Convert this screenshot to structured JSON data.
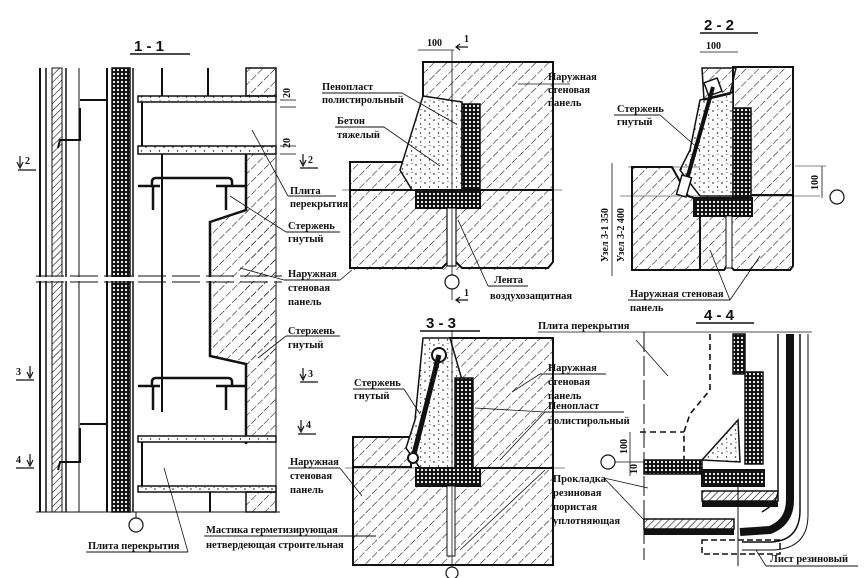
{
  "drawing": {
    "type": "construction detail — external wall panel joints",
    "colors": {
      "ink": "#111111",
      "paper": "#ffffff"
    }
  },
  "sections": {
    "s11": {
      "title": "1 - 1"
    },
    "s22": {
      "title": "2 - 2"
    },
    "s33": {
      "title": "3 - 3"
    },
    "s44": {
      "title": "4 - 4"
    }
  },
  "markers": {
    "cut2": "2",
    "cut3": "3",
    "cut4": "4",
    "cut2r": "2",
    "cut3r": "3",
    "cut4r": "4",
    "cut1top": "1",
    "cut1bot": "1"
  },
  "dimensions": {
    "d20a": "20",
    "d20b": "20",
    "d100_s1": "100",
    "d100_s2": "100",
    "d100_s2_right": "100",
    "d350": "Узел 3-1  350",
    "d400": "Узел 3-2  400",
    "d100_s4": "100",
    "d10_s4": "10"
  },
  "labels": {
    "plita_perekrytiya_1a": "Плита",
    "plita_perekrytiya_1b": "перекрытия",
    "sterzhen_1a": "Стержень",
    "sterzhen_1b": "гнутый",
    "panel_1a": "Наружная",
    "panel_1b": "стеновая",
    "panel_1c": "панель",
    "sterzhen_2a": "Стержень",
    "sterzhen_2b": "гнутый",
    "panel_2a": "Наружная",
    "panel_2b": "стеновая",
    "panel_2c": "панель",
    "mastika_a": "Мастика герметизирующая",
    "mastika_b": "нетвердеющая строительная",
    "plita_bottom": "Плита перекрытия",
    "penoplast_a": "Пенопласт",
    "penoplast_b": "полистирольный",
    "beton_a": "Бетон",
    "beton_b": "тяжелый",
    "panel_s1a": "Наружная",
    "panel_s1b": "стеновая",
    "panel_s1c": "панель",
    "lenta_a": "Лента",
    "lenta_b": "воздухозащитная",
    "sterzhen_s2a": "Стержень",
    "sterzhen_s2b": "гнутый",
    "panel_s2a": "Наружная стеновая",
    "panel_s2b": "панель",
    "sterzhen_s3a": "Стержень",
    "sterzhen_s3b": "гнутый",
    "panel_s3a": "Наружная",
    "panel_s3b": "стеновая",
    "panel_s3c": "панель",
    "penoplast_s3a": "Пенопласт",
    "penoplast_s3b": "полистирольный",
    "plita_s4": "Плита  перекрытия",
    "prokladka_a": "Прокладка",
    "prokladka_b": "резиновая",
    "prokladka_c": "пористая",
    "prokladka_d": "уплотняющая",
    "list_rezin": "Лист резиновый"
  }
}
